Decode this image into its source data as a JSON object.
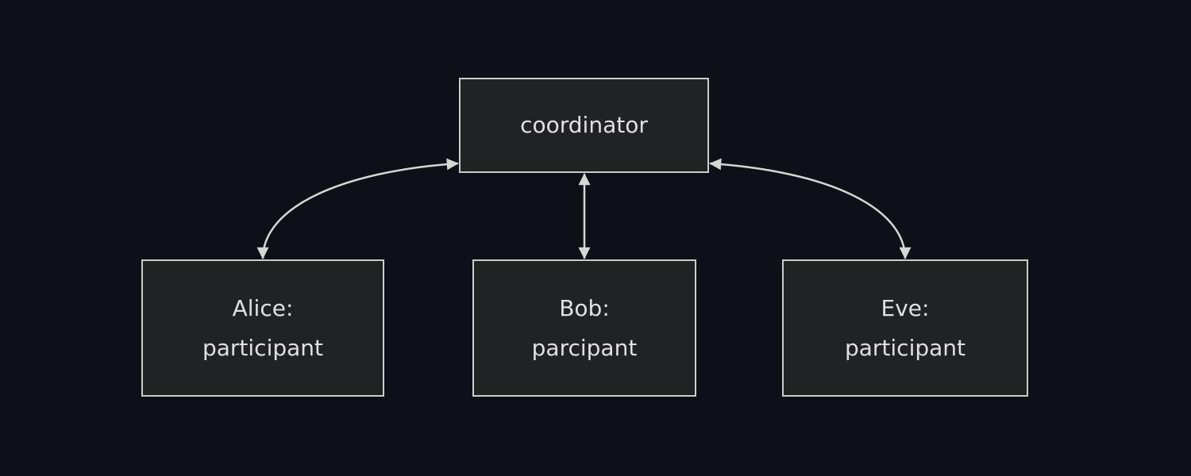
{
  "diagram": {
    "kind": "flowchart",
    "colors": {
      "background": "#0d1117",
      "node_fill": "#1f2324",
      "node_border": "#cacdca",
      "text": "#e0e0e0",
      "edge": "#d5d7d5"
    },
    "nodes": {
      "coordinator": {
        "label": "coordinator"
      },
      "alice": {
        "line1": "Alice:",
        "line2": "participant"
      },
      "bob": {
        "line1": "Bob:",
        "line2": "parcipant"
      },
      "eve": {
        "line1": "Eve:",
        "line2": "participant"
      }
    },
    "edges": [
      {
        "from": "coordinator",
        "to": "alice",
        "style": "bidirectional-curved"
      },
      {
        "from": "coordinator",
        "to": "bob",
        "style": "bidirectional-straight"
      },
      {
        "from": "coordinator",
        "to": "eve",
        "style": "bidirectional-curved"
      }
    ]
  }
}
